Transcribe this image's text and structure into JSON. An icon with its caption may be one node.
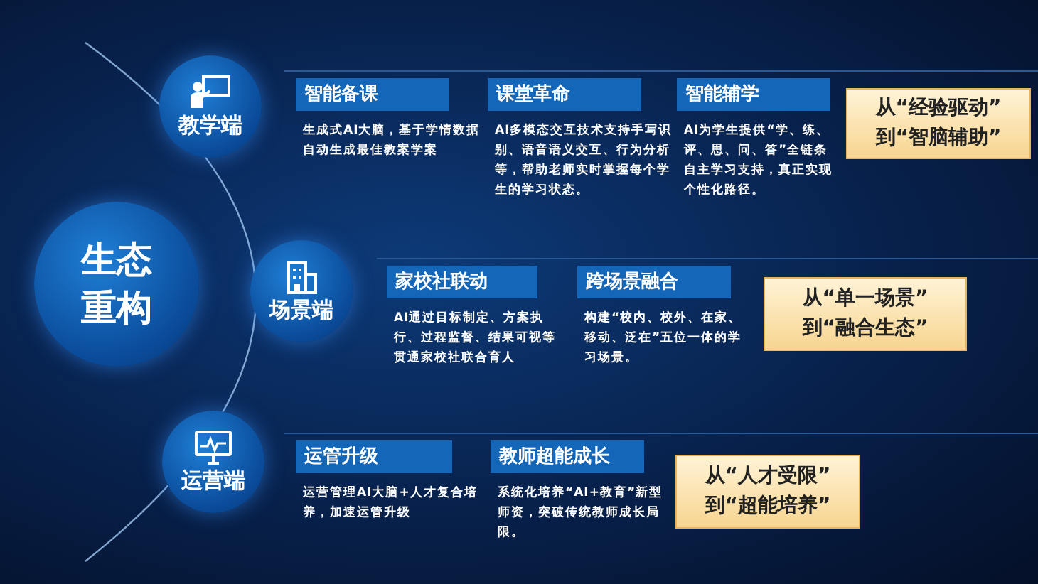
{
  "diagram": {
    "nodes": [
      {
        "text": [
          "生态重构"
        ]
      },
      {
        "text": [
          "教学端"
        ]
      },
      {
        "text": [
          "场景端"
        ]
      },
      {
        "text": [
          "运营端"
        ]
      },
      {
        "text": [
          "智能备课",
          "生成式AI大脑，基于学情数据自动生成最佳教案学案"
        ]
      },
      {
        "text": [
          "课堂革命",
          "AI多模态交互技术支持手写识别、语音语义交互、行为分析等，帮助老师实时掌握每个学生的学习状态。"
        ]
      },
      {
        "text": [
          "智能辅学",
          "AI为学生提供“学、练、评、思、问、答”全链条自主学习支持，真正实现个性化路径。"
        ]
      },
      {
        "text": [
          "从“经验驱动”",
          "到“智脑辅助”"
        ]
      },
      {
        "text": [
          "家校社联动",
          "AI通过目标制定、方案执行、过程监督、结果可视等贯通家校社联合育人"
        ]
      },
      {
        "text": [
          "跨场景融合",
          "构建“校内、校外、在家、移动、泛在”五位一体的学习场景。"
        ]
      },
      {
        "text": [
          "从“单一场景”",
          "到“融合生态”"
        ]
      },
      {
        "text": [
          "运管升级",
          "运营管理AI大脑+人才复合培养，加速运管升级"
        ]
      },
      {
        "text": [
          "教师超能成长",
          "系统化培养“AI+教育”新型师资，突破传统教师成长局限。"
        ]
      },
      {
        "text": [
          "从“人才受限”",
          "到“超能培养”"
        ]
      }
    ],
    "edges": []
  }
}
